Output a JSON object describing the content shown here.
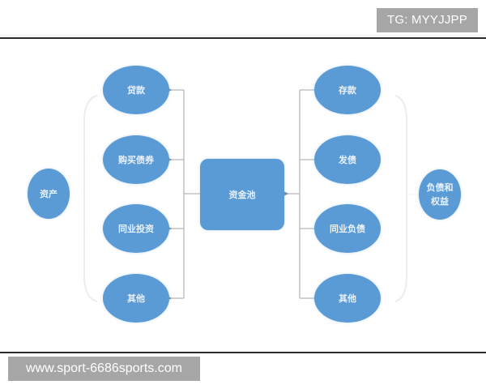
{
  "watermarks": {
    "top": "TG: MYYJJPP",
    "bottom": "www.sport-6686sports.com"
  },
  "diagram": {
    "center": {
      "label": "资金池"
    },
    "left_root": {
      "label": "资产"
    },
    "right_root": {
      "label": "负债和\n权益"
    },
    "assets": [
      {
        "label": "贷款"
      },
      {
        "label": "购买债券"
      },
      {
        "label": "同业投资"
      },
      {
        "label": "其他"
      }
    ],
    "liabilities": [
      {
        "label": "存款"
      },
      {
        "label": "发债"
      },
      {
        "label": "同业负债"
      },
      {
        "label": "其他"
      }
    ],
    "colors": {
      "node_fill": "#5b9bd5",
      "node_text": "#eaf2fb",
      "connector": "#b8b8b8",
      "arrow": "#7f8fa0",
      "brace": "#ededed"
    }
  }
}
